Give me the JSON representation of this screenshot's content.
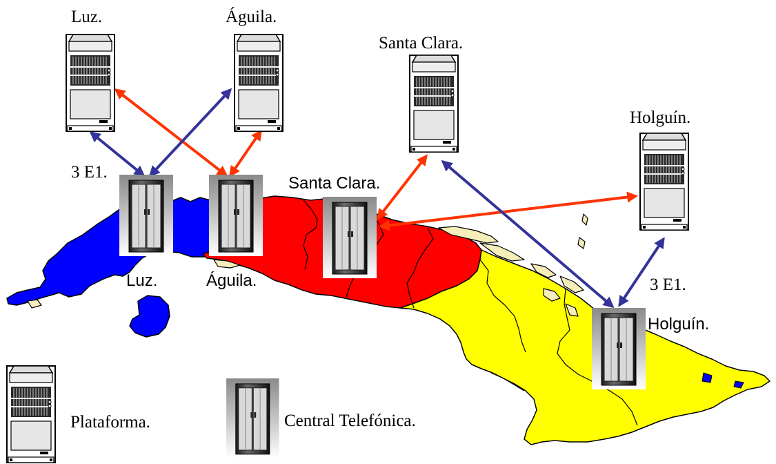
{
  "platforms": {
    "luz": "Luz.",
    "aguila": "Águila.",
    "santa_clara": "Santa Clara.",
    "holguin": "Holguín."
  },
  "exchanges": {
    "luz": "Luz.",
    "aguila": "Águila.",
    "santa_clara": "Santa Clara.",
    "holguin": "Holguín."
  },
  "links": {
    "west_trunk": "3 E1.",
    "east_trunk": "3 E1."
  },
  "legend": {
    "platform": "Plataforma.",
    "exchange": "Central Telefónica."
  },
  "colors": {
    "blue_region": "#0000ff",
    "red_region": "#ff0000",
    "yellow_region": "#ffff00",
    "blue_link": "#333399",
    "red_link": "#ff3300",
    "key_outline": "#808080",
    "cay_fill": "#f5eebb"
  }
}
